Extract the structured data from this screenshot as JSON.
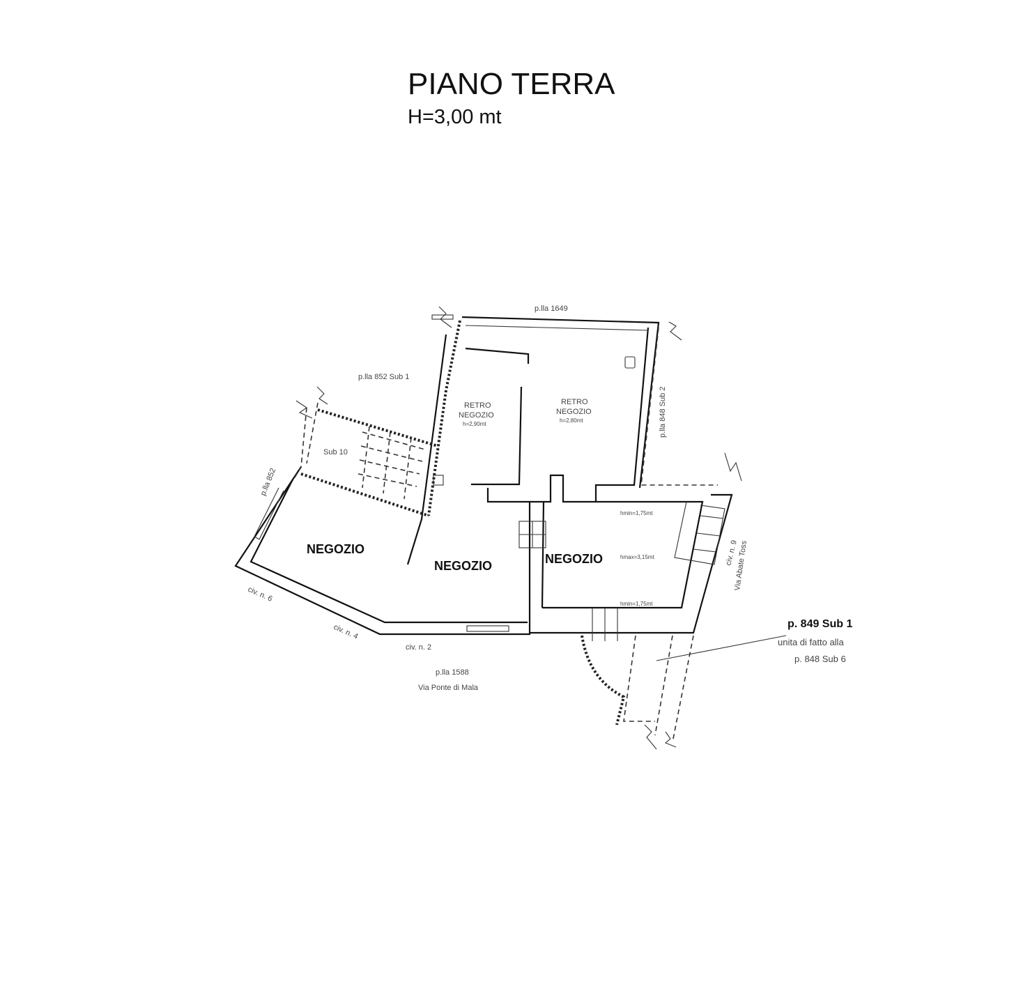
{
  "header": {
    "title": "PIANO TERRA",
    "subtitle": "H=3,00 mt"
  },
  "rooms": [
    {
      "label": "NEGOZIO"
    },
    {
      "label": "NEGOZIO"
    },
    {
      "label": "NEGOZIO"
    },
    {
      "label": "RETRO",
      "label2": "NEGOZIO",
      "height": "h=2,90mt"
    },
    {
      "label": "RETRO",
      "label2": "NEGOZIO",
      "height": "h=2,80mt"
    },
    {
      "label": "Sub 10"
    }
  ],
  "heights": [
    "hmin=1,75mt",
    "hmax=3,15mt",
    "hmin=1,75mt"
  ],
  "neighbours": {
    "top": "p.lla 1649",
    "left_top": "p.lla 852 Sub 1",
    "right_top": "p.lla 848 Sub 2",
    "left_side": "p.lla 852",
    "bottom": "p.lla 1588",
    "bottom_street": "Via Ponte di Mala",
    "right_street": "Via Abate Toss"
  },
  "civici": [
    "civ. n. 6",
    "civ. n. 4",
    "civ. n. 2",
    "civ. n. 9"
  ],
  "annotation": {
    "title": "p. 849 Sub 1",
    "line1": "unita di fatto alla",
    "line2": "p. 848 Sub 6"
  }
}
